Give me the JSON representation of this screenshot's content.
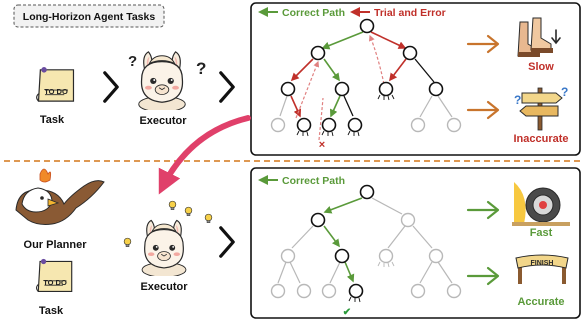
{
  "title_box": {
    "label": "Long-Horizon Agent Tasks"
  },
  "top": {
    "task_label": "Task",
    "task_note": "TO DO",
    "executor_label": "Executor",
    "legend_correct": "Correct Path",
    "legend_trial": "Trial and Error",
    "outcome_slow": "Slow",
    "outcome_inaccurate": "Inaccurate",
    "question_marks": [
      "?",
      "?"
    ],
    "fail_mark": "×"
  },
  "bottom": {
    "planner_label": "Our Planner",
    "task_label": "Task",
    "task_note": "TO DO",
    "executor_label": "Executor",
    "legend_correct": "Correct Path",
    "outcome_fast": "Fast",
    "outcome_accurate": "Accurate",
    "finish_sign": "FINISH",
    "success_mark": "✔"
  },
  "colors": {
    "green": "#5a9a3a",
    "red": "#c0302a",
    "orange_arrow": "#c8742c",
    "divider": "#d98a3a",
    "pink_arrow": "#e0406a",
    "gray_node": "#b8b8b8"
  },
  "icons": [
    "todo-note-icon",
    "llama-icon",
    "eagle-icon",
    "lightbulb-icon",
    "walking-feet-icon",
    "signpost-icon",
    "speed-wheel-icon",
    "finish-banner-icon",
    "chevron-right-icon"
  ]
}
